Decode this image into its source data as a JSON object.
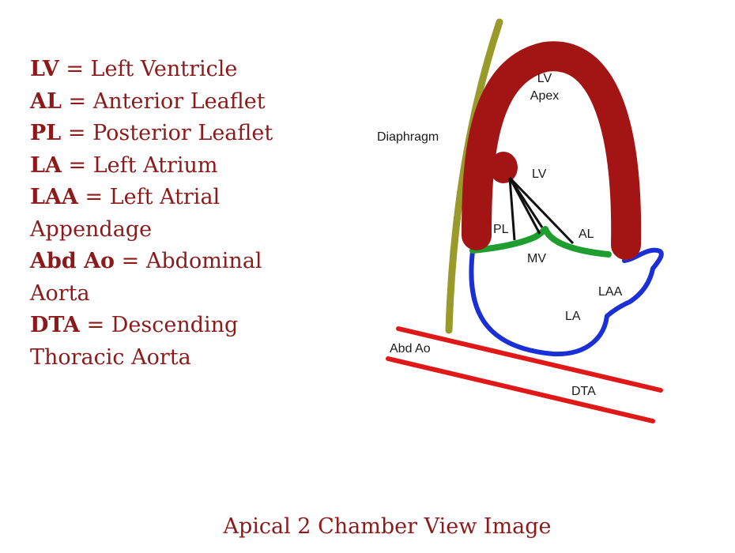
{
  "legend": {
    "items": [
      {
        "abbr": "LV",
        "meaning": "Left Ventricle"
      },
      {
        "abbr": "AL",
        "meaning": "Anterior Leaflet"
      },
      {
        "abbr": "PL",
        "meaning": "Posterior Leaflet"
      },
      {
        "abbr": "LA",
        "meaning": "Left Atrium"
      },
      {
        "abbr": "LAA",
        "meaning": "Left Atrial Appendage"
      },
      {
        "abbr": "Abd Ao",
        "meaning": "Abdominal Aorta"
      },
      {
        "abbr": "DTA",
        "meaning": "Descending Thoracic Aorta"
      }
    ],
    "separator": " = "
  },
  "diagram": {
    "labels": {
      "lv_apex_line1": "LV",
      "lv_apex_line2": "Apex",
      "diaphragm": "Diaphragm",
      "lv": "LV",
      "pl": "PL",
      "al": "AL",
      "mv": "MV",
      "laa": "LAA",
      "la": "LA",
      "abd_ao": "Abd Ao",
      "dta": "DTA"
    },
    "colors": {
      "ventricle": "#a31515",
      "valve": "#1e9e2e",
      "atrium": "#1a2fd6",
      "vessel": "#e01818",
      "diaphragm": "#9a9a2a",
      "chordae": "#111111"
    }
  },
  "caption": "Apical 2 Chamber View Image"
}
